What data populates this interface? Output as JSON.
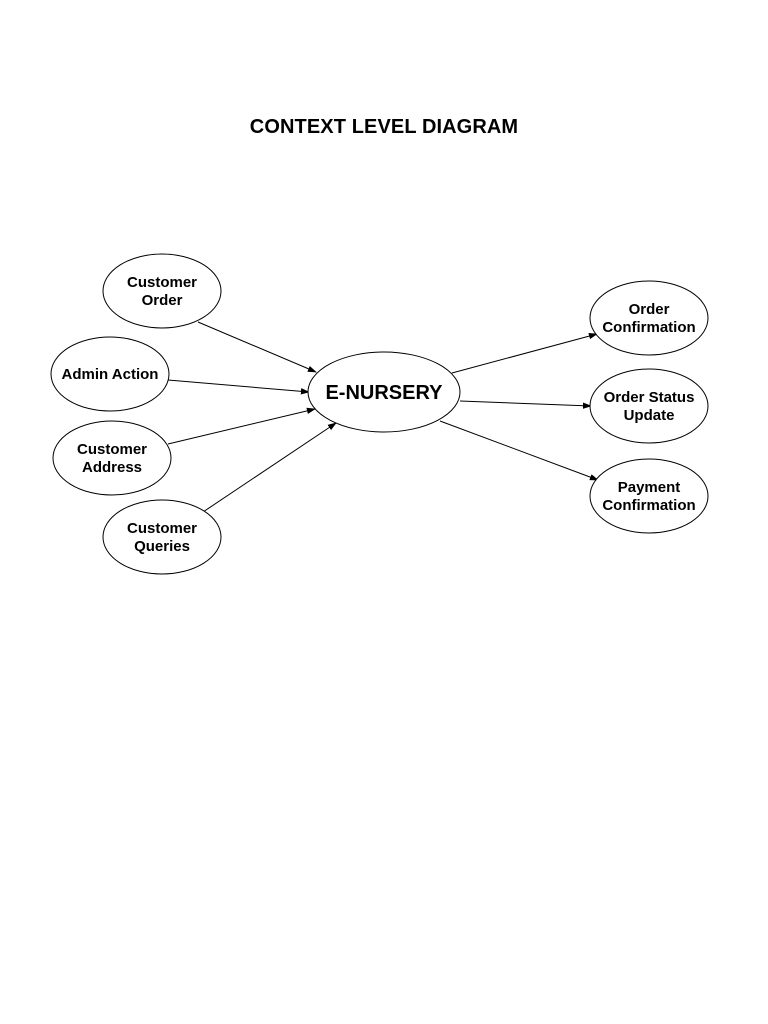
{
  "title": "CONTEXT LEVEL DIAGRAM",
  "center": {
    "id": "enursery",
    "lines": [
      "E-NURSERY"
    ]
  },
  "inputs": [
    {
      "id": "customer-order",
      "lines": [
        "Customer",
        "Order"
      ]
    },
    {
      "id": "admin-action",
      "lines": [
        "Admin Action"
      ]
    },
    {
      "id": "customer-address",
      "lines": [
        "Customer",
        "Address"
      ]
    },
    {
      "id": "customer-queries",
      "lines": [
        "Customer",
        "Queries"
      ]
    }
  ],
  "outputs": [
    {
      "id": "order-confirmation",
      "lines": [
        "Order",
        "Confirmation"
      ]
    },
    {
      "id": "order-status-update",
      "lines": [
        "Order Status",
        "Update"
      ]
    },
    {
      "id": "payment-confirmation",
      "lines": [
        "Payment",
        "Confirmation"
      ]
    }
  ]
}
